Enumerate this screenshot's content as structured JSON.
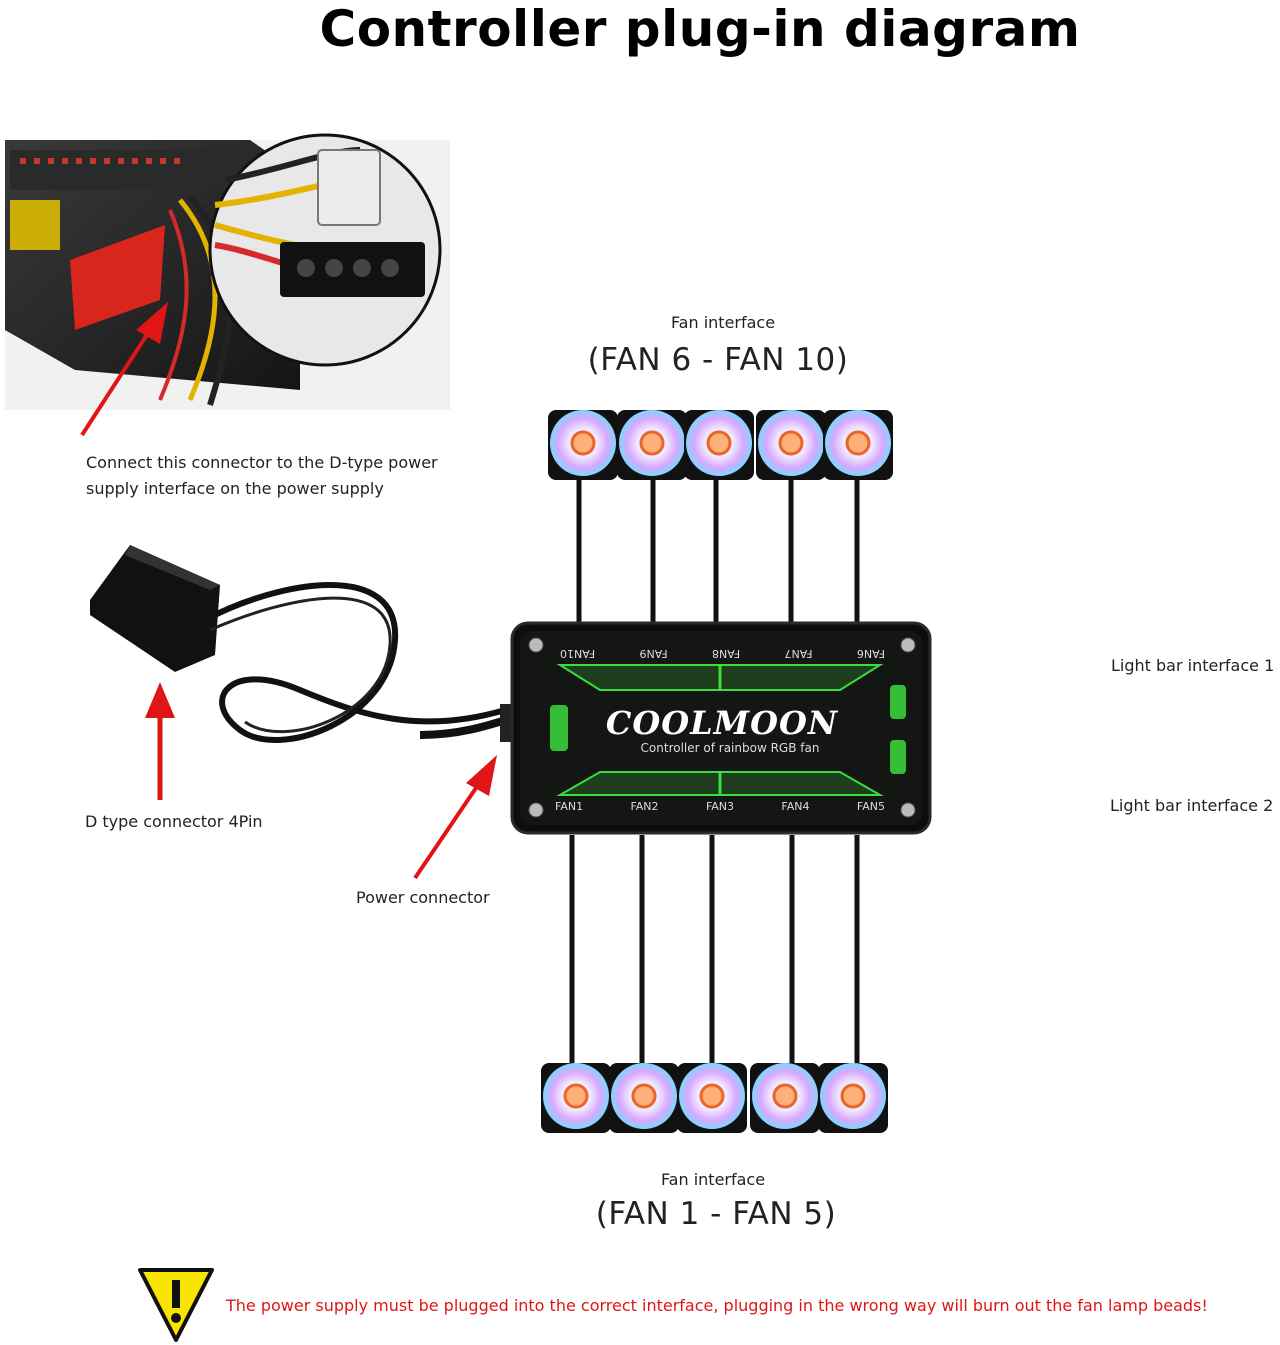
{
  "title": "Controller plug-in diagram",
  "psu_note": {
    "line1": "Connect this connector to the D-type power",
    "line2": "supply interface on the power supply"
  },
  "top_fans": {
    "label": "Fan interface",
    "range": "(FAN 6 - FAN 10)"
  },
  "bottom_fans": {
    "label": "Fan interface",
    "range": "(FAN 1 - FAN 5)"
  },
  "d_connector_label": "D type connector 4Pin",
  "power_connector_label": "Power connector",
  "light_bar_1": "Light bar interface 1",
  "light_bar_2": "Light bar interface 2",
  "controller": {
    "brand": "COOLMOON",
    "subtitle": "Controller of rainbow RGB fan",
    "top_ports": [
      "FAN10",
      "FAN9",
      "FAN8",
      "FAN7",
      "FAN6"
    ],
    "bottom_ports": [
      "FAN1",
      "FAN2",
      "FAN3",
      "FAN4",
      "FAN5"
    ]
  },
  "warning": "The power supply must be plugged into the correct interface, plugging in the wrong way will burn out the fan lamp beads!",
  "colors": {
    "arrow": "#e01515",
    "accent": "#3ddc3d",
    "warning_yellow": "#f7e400"
  }
}
